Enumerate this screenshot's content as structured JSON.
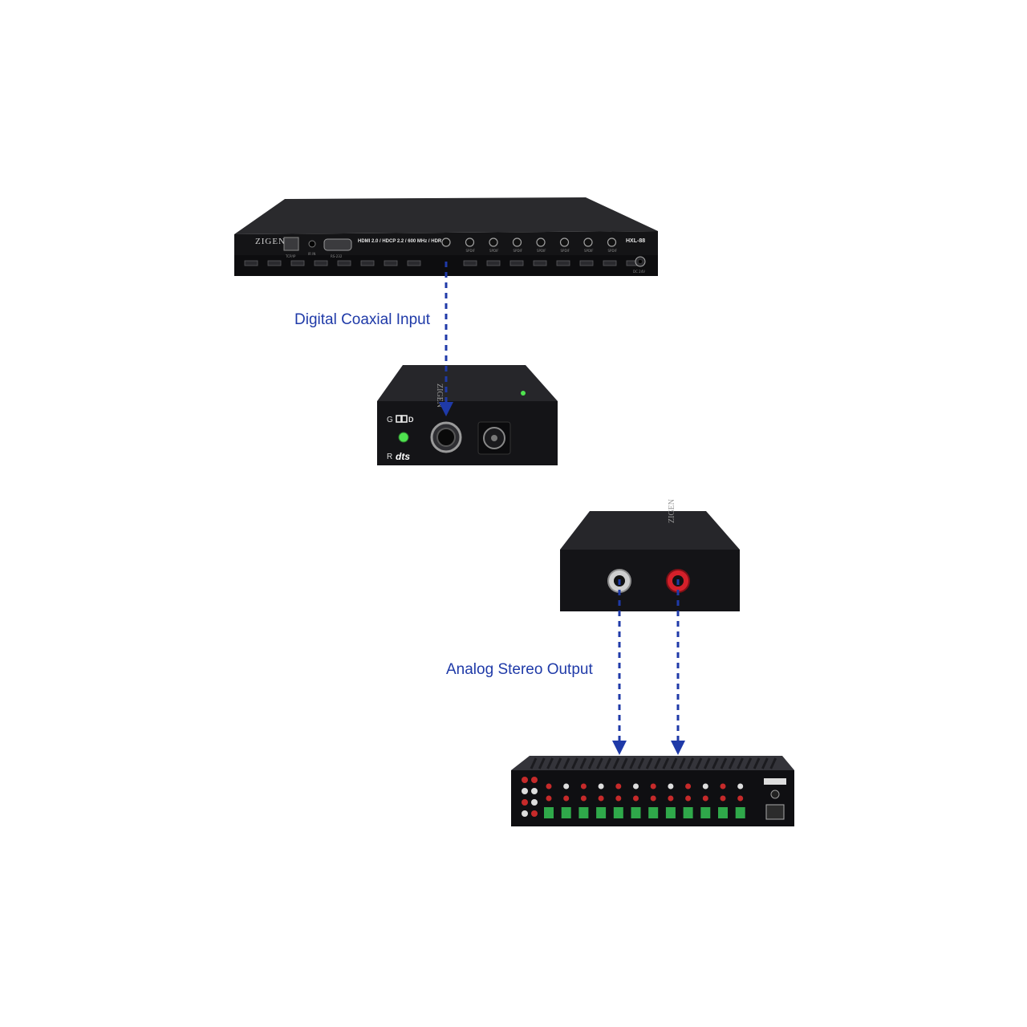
{
  "colors": {
    "background": "#ffffff",
    "device_body": "#1c1c1e",
    "device_face": "#101012",
    "arrow": "#1f3aa8",
    "led_green": "#4fe34f",
    "rca_red": "#d4202a",
    "terminal_green": "#2fa84a"
  },
  "matrix": {
    "brand": "ZIGEN",
    "spec": "HDMI 2.0 / HDCP 2.2 / 600 MHz / HDR",
    "model": "HXL-88",
    "port_labels": {
      "tcpip": "TCP/IP",
      "ir": "IR IN",
      "rs232": "RS-232",
      "spdif": "SPDIF",
      "dc": "DC 24V"
    }
  },
  "converter": {
    "brand": "ZIGEN",
    "indicator_g": "G",
    "indicator_r": "R",
    "dolby_icon": "dolby-icon",
    "dts_label": "dts"
  },
  "labels": {
    "coaxial_input": "Digital Coaxial Input",
    "stereo_output": "Analog Stereo Output"
  },
  "amplifier": {
    "zone_count": 12
  }
}
